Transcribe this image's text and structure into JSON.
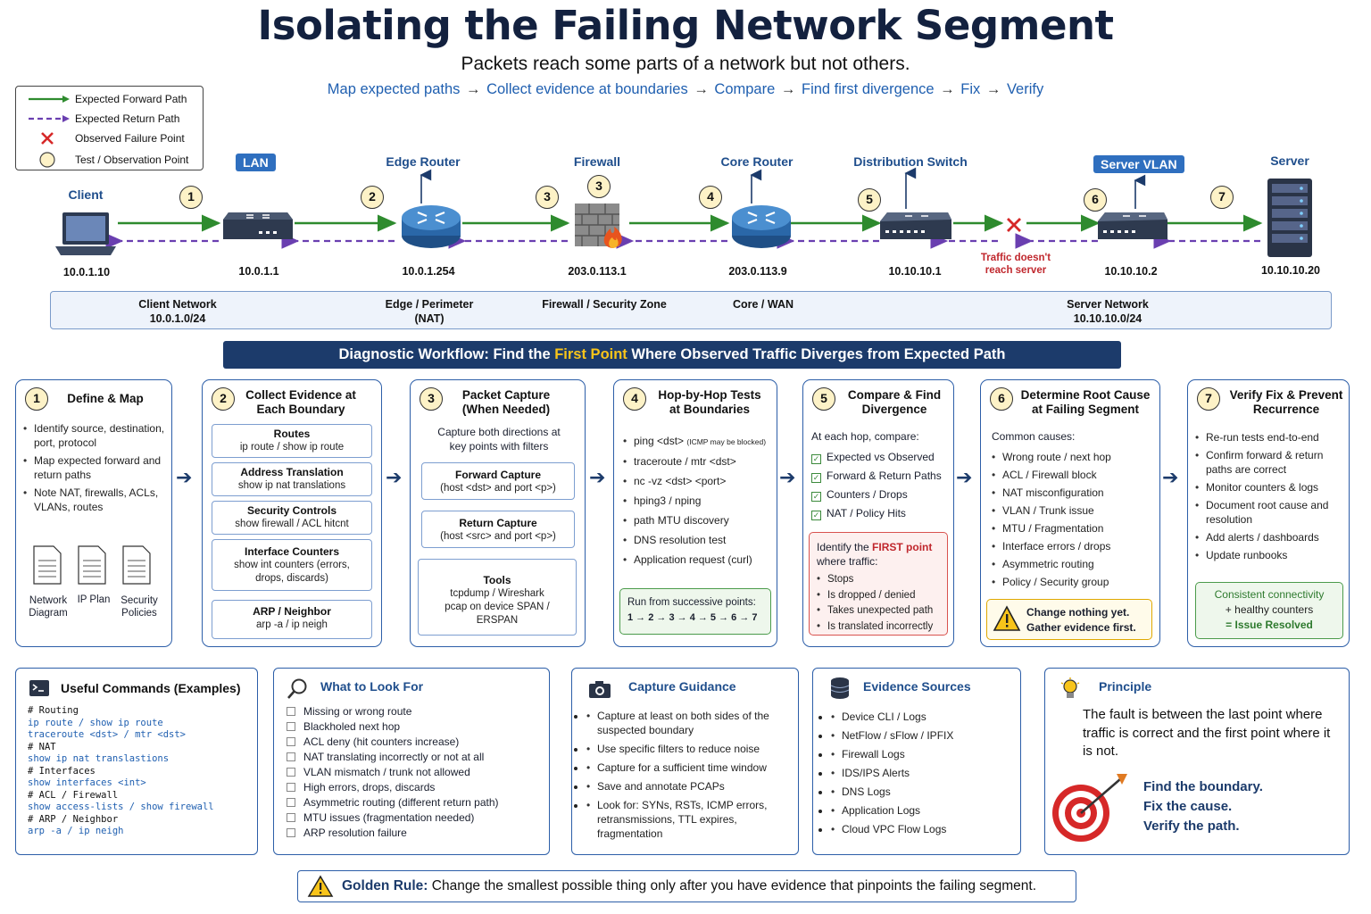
{
  "header": {
    "title": "Isolating the Failing Network Segment",
    "subtitle": "Packets reach some parts of a network but not others.",
    "flow": [
      "Map expected paths",
      "Collect evidence at boundaries",
      "Compare",
      "Find first divergence",
      "Fix",
      "Verify"
    ],
    "flow_arrow": "→"
  },
  "legend": {
    "forward": "Expected Forward Path",
    "return": "Expected Return Path",
    "failure": "Observed Failure Point",
    "test": "Test / Observation Point"
  },
  "colors": {
    "forward": "#2e8b2e",
    "return": "#6a3fb0",
    "failure": "#d62828",
    "accent": "#1c3b6b",
    "highlight": "#f8c41a"
  },
  "topology": {
    "nodes": [
      {
        "label": "Client",
        "ip": "10.0.1.10",
        "icon": "laptop-icon"
      },
      {
        "label": "LAN",
        "ip": "10.0.1.1",
        "icon": "switch-icon"
      },
      {
        "label": "Edge Router",
        "ip": "10.0.1.254",
        "icon": "router-icon"
      },
      {
        "label": "Firewall",
        "ip": "203.0.113.1",
        "icon": "firewall-icon"
      },
      {
        "label": "Core Router",
        "ip": "203.0.113.9",
        "icon": "router-icon"
      },
      {
        "label": "Distribution Switch",
        "ip": "10.10.10.1",
        "icon": "switch-icon"
      },
      {
        "label": "Server VLAN",
        "ip": "10.10.10.2",
        "icon": "switch-icon"
      },
      {
        "label": "Server",
        "ip": "10.10.10.20",
        "icon": "server-icon"
      }
    ],
    "points": [
      "1",
      "2",
      "3",
      "3",
      "4",
      "5",
      "6",
      "7"
    ],
    "failure_note": [
      "Traffic doesn't",
      "reach server"
    ],
    "zones": [
      {
        "name": "Client Network",
        "sub": "10.0.1.0/24"
      },
      {
        "name": "Edge / Perimeter",
        "sub": "(NAT)"
      },
      {
        "name": "Firewall / Security Zone",
        "sub": ""
      },
      {
        "name": "Core / WAN",
        "sub": ""
      },
      {
        "name": "Server Network",
        "sub": "10.10.10.0/24"
      }
    ]
  },
  "banner": {
    "pre": "Diagnostic Workflow: Find the ",
    "highlight": "First Point",
    "post": " Where Observed Traffic Diverges from Expected Path"
  },
  "steps": [
    {
      "num": "1",
      "title": "Define & Map",
      "items": [
        "Identify source, destination, port, protocol",
        "Map expected forward and return paths",
        "Note NAT, firewalls, ACLs, VLANs, routes"
      ],
      "docs": [
        "Network Diagram",
        "IP Plan",
        "Security Policies"
      ]
    },
    {
      "num": "2",
      "title": "Collect Evidence at Each Boundary",
      "subs": [
        {
          "t": "Routes",
          "d": "ip route / show ip route"
        },
        {
          "t": "Address Translation",
          "d": "show ip nat translations"
        },
        {
          "t": "Security Controls",
          "d": "show firewall / ACL hitcnt"
        },
        {
          "t": "Interface Counters",
          "d": "show int counters (errors, drops, discards)"
        },
        {
          "t": "ARP / Neighbor",
          "d": "arp -a / ip neigh"
        }
      ]
    },
    {
      "num": "3",
      "title": "Packet Capture (When Needed)",
      "intro": "Capture both directions at key points with filters",
      "subs": [
        {
          "t": "Forward Capture",
          "d": "(host <dst> and port <p>)"
        },
        {
          "t": "Return Capture",
          "d": "(host <src> and port <p>)"
        },
        {
          "t": "Tools",
          "d": "tcpdump / Wireshark pcap on device SPAN / ERSPAN"
        }
      ]
    },
    {
      "num": "4",
      "title": "Hop-by-Hop Tests at Boundaries",
      "items": [
        "ping <dst>",
        "traceroute / mtr <dst>",
        "nc -vz <dst> <port>",
        "hping3 / nping",
        "path MTU discovery",
        "DNS resolution test",
        "Application request (curl)"
      ],
      "ping_note": "(ICMP may be blocked)",
      "run_label": "Run from successive points:",
      "run_seq": "1 → 2 → 3 → 4 → 5 → 6 → 7"
    },
    {
      "num": "5",
      "title": "Compare & Find Divergence",
      "intro": "At each hop, compare:",
      "checks": [
        "Expected vs Observed",
        "Forward & Return Paths",
        "Counters / Drops",
        "NAT / Policy Hits"
      ],
      "alert_pre": "Identify the ",
      "alert_hl": "FIRST point",
      "alert_post": " where traffic:",
      "alert_items": [
        "Stops",
        "Is dropped / denied",
        "Takes unexpected path",
        "Is translated incorrectly"
      ]
    },
    {
      "num": "6",
      "title": "Determine Root Cause at Failing Segment",
      "intro": "Common causes:",
      "items": [
        "Wrong route / next hop",
        "ACL / Firewall block",
        "NAT misconfiguration",
        "VLAN / Trunk issue",
        "MTU / Fragmentation",
        "Interface errors / drops",
        "Asymmetric routing",
        "Policy / Security group"
      ],
      "warn": [
        "Change nothing yet.",
        "Gather evidence first."
      ]
    },
    {
      "num": "7",
      "title": "Verify Fix & Prevent Recurrence",
      "items": [
        "Re-run tests end-to-end",
        "Confirm forward & return paths are correct",
        "Monitor counters & logs",
        "Document root cause and resolution",
        "Add alerts / dashboards",
        "Update runbooks"
      ],
      "result": [
        "Consistent connectivity",
        "+ healthy counters",
        "= Issue Resolved"
      ]
    }
  ],
  "panels": {
    "commands": {
      "title": "Useful Commands (Examples)",
      "lines": [
        "# Routing",
        "ip route / show ip route",
        "traceroute <dst> / mtr <dst>",
        "# NAT",
        "show ip nat translastions",
        "# Interfaces",
        "show interfaces <int>",
        "# ACL / Firewall",
        "show access-lists / show firewall",
        "# ARP / Neighbor",
        "arp -a / ip neigh"
      ]
    },
    "look": {
      "title": "What to Look For",
      "items": [
        "Missing or wrong route",
        "Blackholed next hop",
        "ACL deny (hit counters increase)",
        "NAT translating incorrectly or not at all",
        "VLAN mismatch / trunk not allowed",
        "High errors, drops, discards",
        "Asymmetric routing (different return path)",
        "MTU issues (fragmentation needed)",
        "ARP resolution failure"
      ]
    },
    "capture": {
      "title": "Capture Guidance",
      "items": [
        "Capture at least on both sides of the suspected boundary",
        "Use specific filters to reduce noise",
        "Capture for a sufficient time window",
        "Save and annotate PCAPs",
        "Look for: SYNs, RSTs, ICMP errors, retransmissions, TTL expires, fragmentation"
      ]
    },
    "evidence": {
      "title": "Evidence Sources",
      "items": [
        "Device CLI / Logs",
        "NetFlow / sFlow / IPFIX",
        "Firewall Logs",
        "IDS/IPS Alerts",
        "DNS Logs",
        "Application Logs",
        "Cloud VPC Flow Logs"
      ]
    },
    "principle": {
      "title": "Principle",
      "text": "The fault is between the last point where traffic is correct and the first point where it is not.",
      "slogans": [
        "Find the boundary.",
        "Fix the cause.",
        "Verify the path."
      ]
    }
  },
  "golden": {
    "label": "Golden Rule:",
    "text": " Change the smallest possible thing only after you have evidence that pinpoints the failing segment."
  }
}
